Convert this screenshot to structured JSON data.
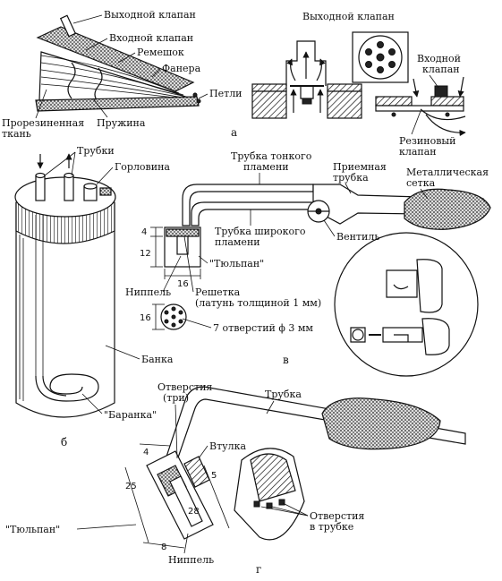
{
  "figure_a": {
    "caption": "а",
    "left": {
      "outlet_valve": "Выходной клапан",
      "inlet_valve": "Входной клапан",
      "strap": "Ремешок",
      "plywood": "Фанера",
      "hinges": "Петли",
      "rubber_fabric_1": "Прорезиненная",
      "rubber_fabric_2": "ткань",
      "spring": "Пружина"
    },
    "right": {
      "outlet_valve": "Выходной клапан",
      "inlet_valve_1": "Входной",
      "inlet_valve_2": "клапан",
      "rubber_valve_1": "Резиновый",
      "rubber_valve_2": "клапан"
    }
  },
  "figure_b": {
    "caption": "б",
    "tubes": "Трубки",
    "neck": "Горловина",
    "can": "Банка",
    "bagel": "\"Баранка\""
  },
  "figure_v": {
    "caption": "в",
    "thin_flame_tube_1": "Трубка тонкого",
    "thin_flame_tube_2": "пламени",
    "receiving_tube_1": "Приемная",
    "receiving_tube_2": "трубка",
    "metal_mesh_1": "Металлическая",
    "metal_mesh_2": "сетка",
    "wide_flame_tube_1": "Трубка широкого",
    "wide_flame_tube_2": "пламени",
    "valve": "Вентиль",
    "tulip": "\"Тюльпан\"",
    "nipple": "Ниппель",
    "grid_1": "Решетка",
    "grid_2": "(латунь толщиной 1 мм)",
    "holes": "7 отверстий ϕ 3 мм",
    "dim_4": "4",
    "dim_12": "12",
    "dim_16_h": "16",
    "dim_16_v": "16"
  },
  "figure_g": {
    "caption": "г",
    "holes_1": "Отверстия",
    "holes_2": "(три)",
    "tube": "Трубка",
    "sleeve": "Втулка",
    "tulip": "\"Тюльпан\"",
    "nipple": "Ниппель",
    "tube_holes_1": "Отверстия",
    "tube_holes_2": "в трубке",
    "dim_4": "4",
    "dim_5": "5",
    "dim_25": "25",
    "dim_28": "28",
    "dim_8": "8"
  }
}
